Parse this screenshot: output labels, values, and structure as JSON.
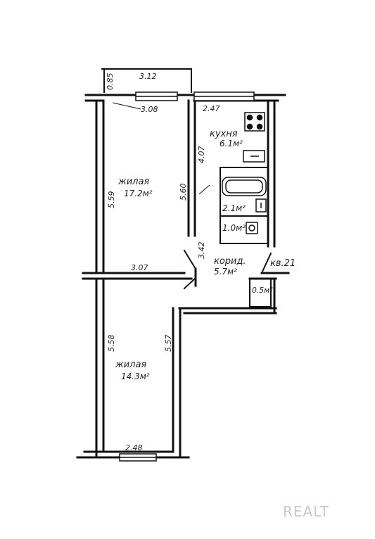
{
  "dimensions": {
    "balcony_width": "3.12",
    "balcony_depth": "0.85",
    "room1_top_width": "3.08",
    "kitchen_width": "2.47",
    "room1_length": "5.59",
    "room1_inner_length": "5.60",
    "kitchen_depth": "4.07",
    "corridor_length": "3.42",
    "room_divider_width": "3.07",
    "room2_length": "5.58",
    "room2_inner_length": "5.57",
    "room2_bottom_width": "2.48"
  },
  "rooms": {
    "kitchen": {
      "name": "кухня",
      "area": "6.1м²"
    },
    "living1": {
      "name": "жилая",
      "area": "17.2м²"
    },
    "bathroom": {
      "area": "2.1м²"
    },
    "toilet": {
      "area": "1.0м²"
    },
    "corridor": {
      "name": "корид.",
      "area": "5.7м²"
    },
    "closet": {
      "area": "0.5м²"
    },
    "living2": {
      "name": "жилая",
      "area": "14.3м²"
    }
  },
  "apartment_label": "кв.21",
  "watermark": "REALT"
}
